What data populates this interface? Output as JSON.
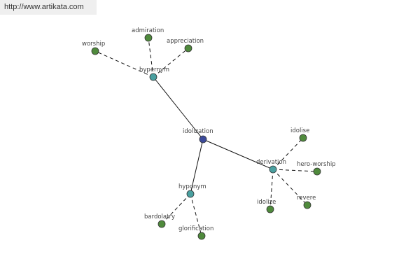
{
  "banner": {
    "url": "http://www.artikata.com"
  },
  "graph": {
    "colors": {
      "root": "#3b4a9a",
      "category": "#4aa0a0",
      "leaf": "#4f8a3c",
      "edge": "#111111"
    },
    "nodes": [
      {
        "id": "idolization",
        "label": "idolization",
        "kind": "root"
      },
      {
        "id": "hypernym",
        "label": "hypernym",
        "kind": "category"
      },
      {
        "id": "derivation",
        "label": "derivation",
        "kind": "category"
      },
      {
        "id": "hyponym",
        "label": "hyponym",
        "kind": "category"
      },
      {
        "id": "worship",
        "label": "worship",
        "kind": "leaf"
      },
      {
        "id": "admiration",
        "label": "admiration",
        "kind": "leaf"
      },
      {
        "id": "appreciation",
        "label": "appreciation",
        "kind": "leaf"
      },
      {
        "id": "idolise",
        "label": "idolise",
        "kind": "leaf"
      },
      {
        "id": "hero-worship",
        "label": "hero-worship",
        "kind": "leaf"
      },
      {
        "id": "revere",
        "label": "revere",
        "kind": "leaf"
      },
      {
        "id": "idolize",
        "label": "idolize",
        "kind": "leaf"
      },
      {
        "id": "bardolatry",
        "label": "bardolatry",
        "kind": "leaf"
      },
      {
        "id": "glorification",
        "label": "glorification",
        "kind": "leaf"
      }
    ],
    "edges": [
      {
        "from": "idolization",
        "to": "hypernym",
        "style": "solid"
      },
      {
        "from": "idolization",
        "to": "derivation",
        "style": "solid"
      },
      {
        "from": "idolization",
        "to": "hyponym",
        "style": "solid"
      },
      {
        "from": "hypernym",
        "to": "worship",
        "style": "dashed"
      },
      {
        "from": "hypernym",
        "to": "admiration",
        "style": "dashed"
      },
      {
        "from": "hypernym",
        "to": "appreciation",
        "style": "dashed"
      },
      {
        "from": "derivation",
        "to": "idolise",
        "style": "dashed"
      },
      {
        "from": "derivation",
        "to": "hero-worship",
        "style": "dashed"
      },
      {
        "from": "derivation",
        "to": "revere",
        "style": "dashed"
      },
      {
        "from": "derivation",
        "to": "idolize",
        "style": "dashed"
      },
      {
        "from": "hyponym",
        "to": "bardolatry",
        "style": "dashed"
      },
      {
        "from": "hyponym",
        "to": "glorification",
        "style": "dashed"
      }
    ]
  }
}
